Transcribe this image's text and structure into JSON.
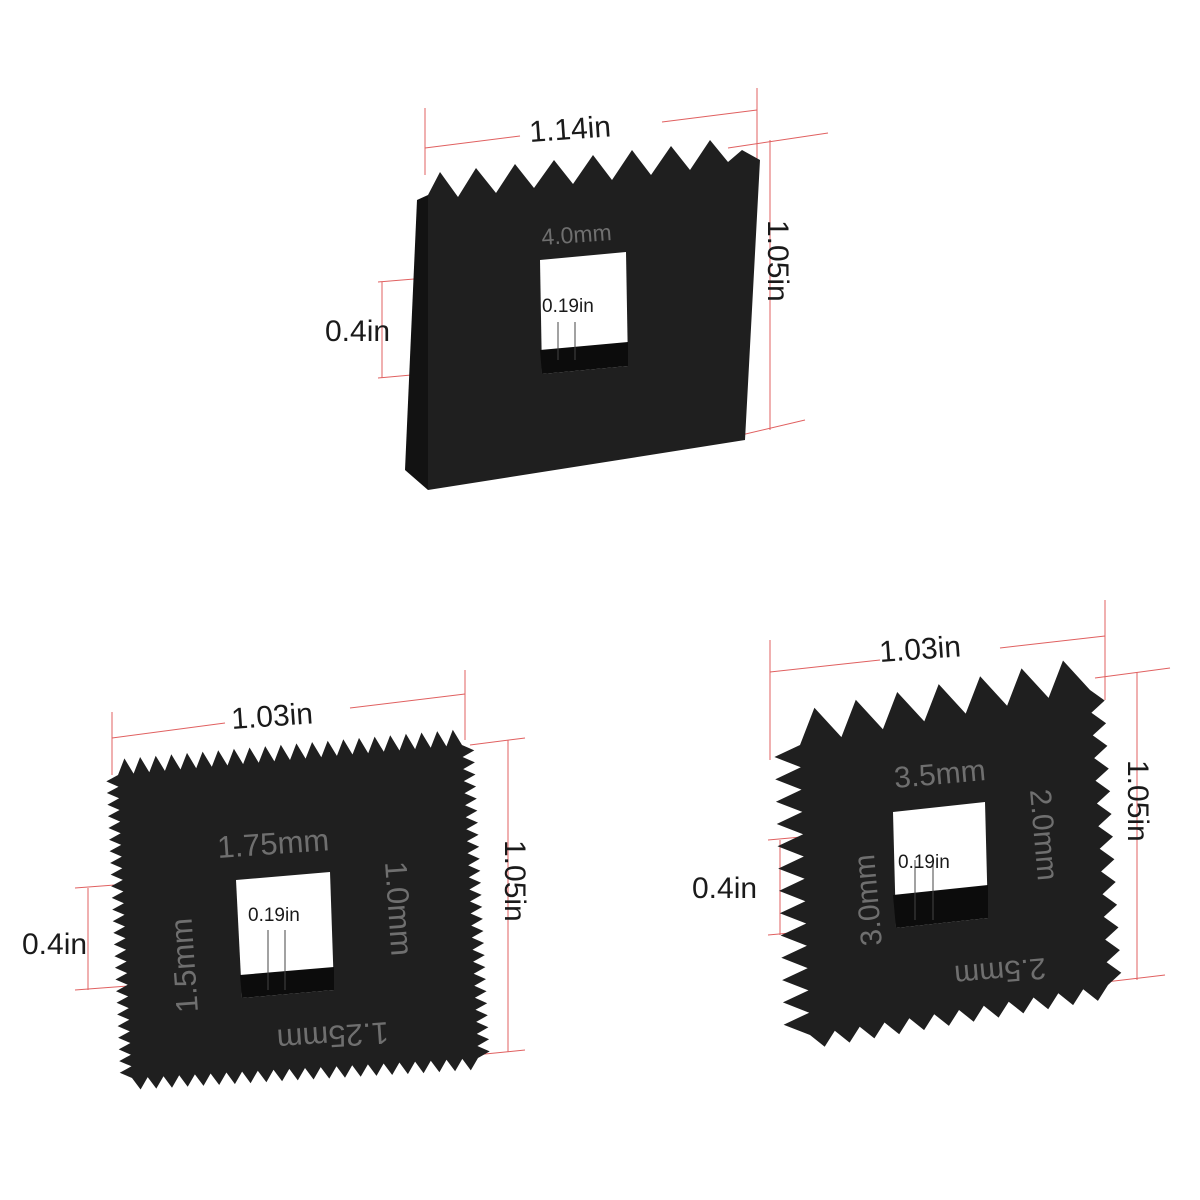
{
  "colors": {
    "background": "#ffffff",
    "blade": "#1f1f1f",
    "blade_edge": "#121212",
    "dimension_line": "#e06060",
    "engraving": "#6f6f6f",
    "label": "#1a1a1a"
  },
  "blades": [
    {
      "name": "top-blade",
      "width": "1.14in",
      "height": "1.05in",
      "hole_height": "0.4in",
      "hole_width": "0.19in",
      "engravings": [
        "4.0mm"
      ]
    },
    {
      "name": "bottom-left-blade",
      "width": "1.03in",
      "height": "1.05in",
      "hole_height": "0.4in",
      "hole_width": "0.19in",
      "engravings": [
        "1.75mm",
        "1.0mm",
        "1.25mm",
        "1.5mm"
      ]
    },
    {
      "name": "bottom-right-blade",
      "width": "1.03in",
      "height": "1.05in",
      "hole_height": "0.4in",
      "hole_width": "0.19in",
      "engravings": [
        "3.5mm",
        "2.0mm",
        "2.5mm",
        "3.0mm"
      ]
    }
  ]
}
